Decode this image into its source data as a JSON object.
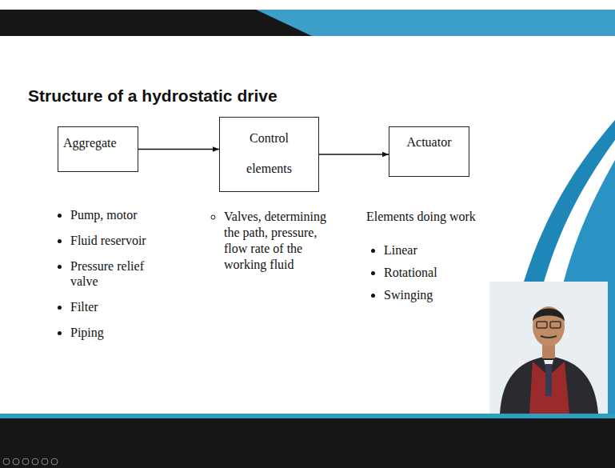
{
  "diagram": {
    "title": "Structure of a hydrostatic drive",
    "nodes": [
      {
        "text": [
          "Aggregate"
        ]
      },
      {
        "text": [
          "Control elements"
        ]
      },
      {
        "text": [
          "Actuator"
        ]
      }
    ],
    "edges": [
      {
        "from": 0,
        "to": 1,
        "arrow": "to"
      },
      {
        "from": 1,
        "to": 2,
        "arrow": "to"
      }
    ],
    "labels": [
      "Pump, motor",
      "Fluid reservoir",
      "Pressure relief valve",
      "Filter",
      "Piping",
      "Valves, determining the path, pressure, flow rate of the working fluid",
      "Elements doing work",
      "Linear",
      "Rotational",
      "Swinging"
    ]
  }
}
